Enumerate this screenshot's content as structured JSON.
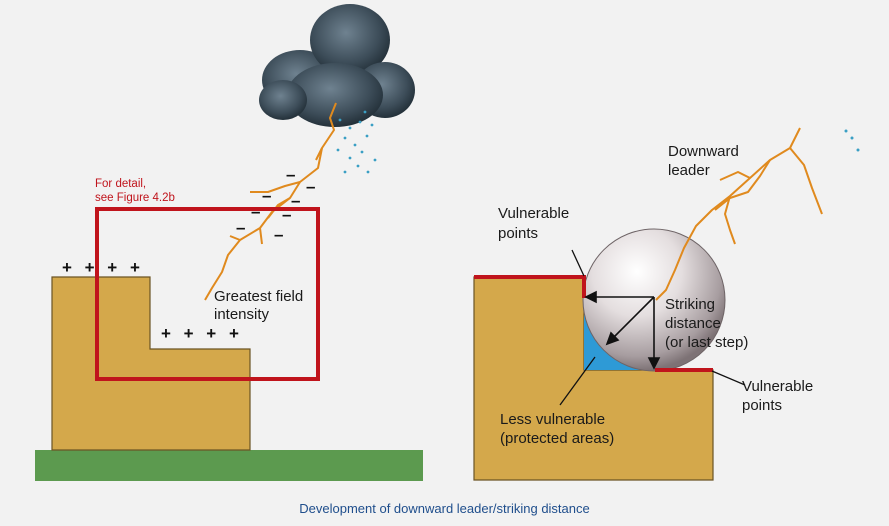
{
  "left_panel": {
    "detail_note_line1": "For detail,",
    "detail_note_line2": "see Figure 4.2b",
    "charges_top": "+ + + +",
    "charges_step": "+ + + +",
    "field_label_line1": "Greatest field",
    "field_label_line2": "intensity",
    "cloud_charges": [
      "–",
      "–",
      "–",
      "–",
      "–",
      "–",
      "–",
      "–"
    ]
  },
  "right_panel": {
    "downward_leader_line1": "Downward",
    "downward_leader_line2": "leader",
    "vulnerable_top_line1": "Vulnerable",
    "vulnerable_top_line2": "points",
    "striking_line1": "Striking",
    "striking_line2": "distance",
    "striking_line3": "(or last step)",
    "vulnerable_right_line1": "Vulnerable",
    "vulnerable_right_line2": "points",
    "less_vulnerable_line1": "Less vulnerable",
    "less_vulnerable_line2": "(protected areas)"
  },
  "caption": "Development of downward leader/striking distance",
  "colors": {
    "building": "#d4a84b",
    "ground": "#5c9a4f",
    "highlight_red": "#c0141c",
    "protected_blue": "#2e9ad6",
    "lightning": "#e08a1e",
    "caption_blue": "#1f4e8c"
  }
}
